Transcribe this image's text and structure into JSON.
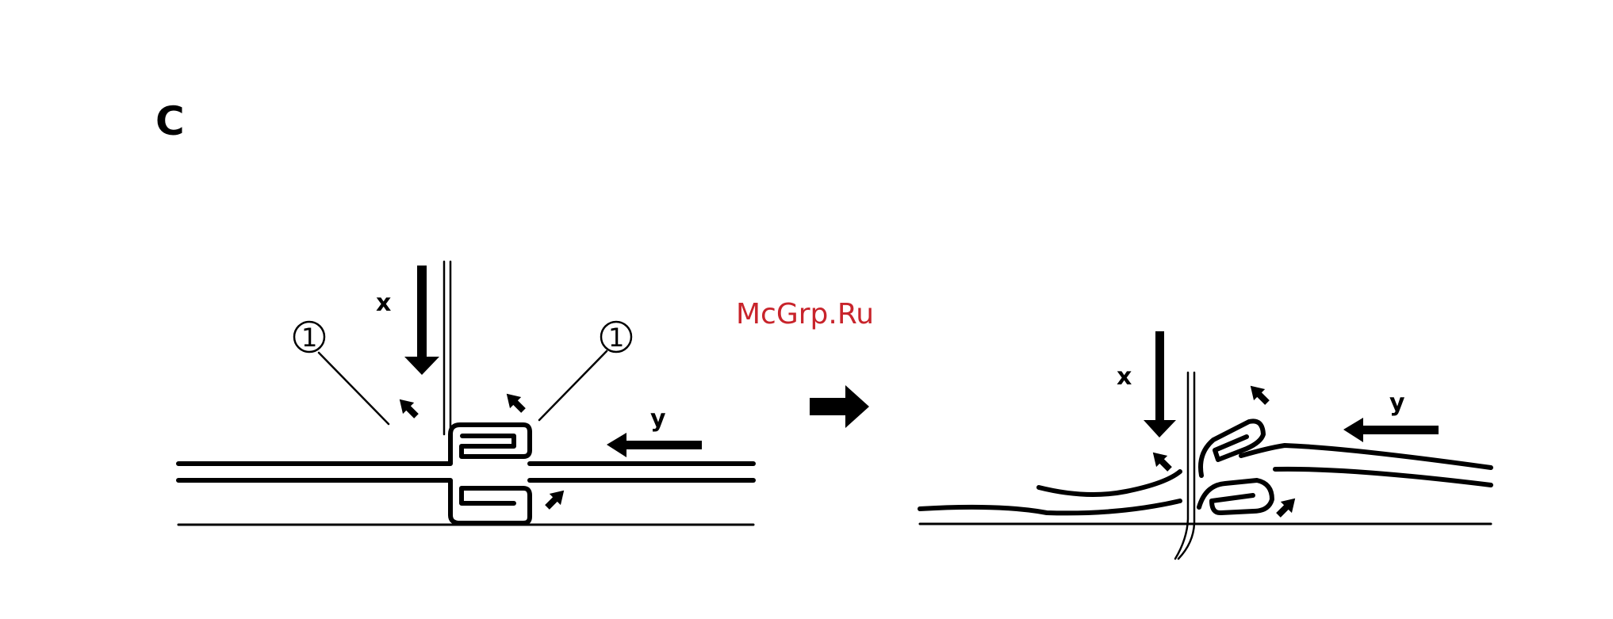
{
  "figure": {
    "panel_label": "C",
    "callout_number": "1",
    "force_x_label": "x",
    "force_y_label": "y",
    "watermark": "McGrp.Ru"
  },
  "colors": {
    "ink": "#000000",
    "watermark": "#c8242b",
    "background": "#ffffff"
  },
  "icons": {
    "transition": "right-arrow-icon",
    "force": "down-arrow-icon"
  }
}
